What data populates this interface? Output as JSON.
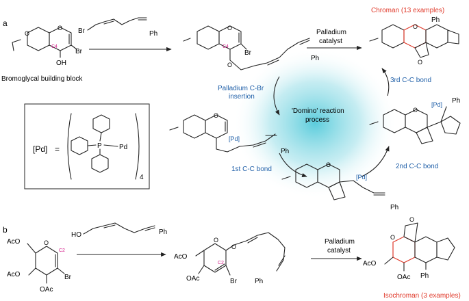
{
  "panel_a": {
    "letter": "a",
    "building_block_caption": "Bromoglycal building block",
    "chroman_title": "Chroman (13 examples)",
    "step1_reagent_line1": "Palladium",
    "step1_reagent_line2": "catalyst",
    "cycle_center_line1": "'Domino' reaction",
    "cycle_center_line2": "process",
    "cycle_step_insertion_line1": "Palladium C-Br",
    "cycle_step_insertion_line2": "insertion",
    "cycle_step_first": "1st C-C bond",
    "cycle_step_second": "2nd C-C bond",
    "cycle_step_third": "3rd C-C bond",
    "pd_definition_lhs": "[Pd]",
    "pd_definition_eq": "=",
    "pd_definition_metal": "Pd",
    "pd_definition_p": "P",
    "pd_definition_subscript": "4",
    "atom_labels": {
      "br": "Br",
      "oh": "OH",
      "o": "O",
      "ph": "Ph",
      "c4": "C4",
      "pd": "[Pd]"
    }
  },
  "panel_b": {
    "letter": "b",
    "isochroman_title": "Isochroman (3 examples)",
    "reagent_line1": "Palladium",
    "reagent_line2": "catalyst",
    "atom_labels": {
      "aco": "AcO",
      "oac": "OAc",
      "br": "Br",
      "ho": "HO",
      "ph": "Ph",
      "o": "O",
      "c2": "C2"
    }
  },
  "colors": {
    "label_blue": "#1f5fa8",
    "product_red": "#e03a2b",
    "carbon_magenta": "#d4208b",
    "glow_cyan": "#3fc4d6",
    "bond": "#222222"
  }
}
